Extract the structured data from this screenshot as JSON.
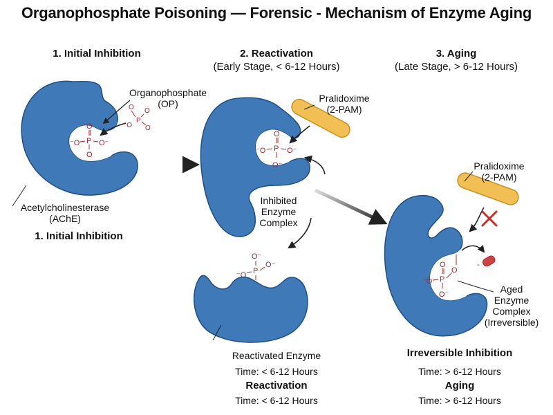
{
  "title": "Organophosphate Poisoning — Forensic - Mechanism of Enzyme Aging",
  "columns": [
    {
      "heading": "1. Initial Inhibition",
      "subheading": ""
    },
    {
      "heading": "2. Reactivation",
      "subheading": "(Early Stage, < 6-12 Hours)"
    },
    {
      "heading": "3. Aging",
      "subheading": "(Late Stage, > 6-12 Hours)"
    }
  ],
  "stage1": {
    "op_label_line1": "Organophosphate",
    "op_label_line2": "(OP)",
    "enzyme_label_line1": "Acetylcholinesterase",
    "enzyme_label_line2": "(AChE)",
    "caption": "1. Initial Inhibition"
  },
  "stage2": {
    "pam_label_line1": "Pralidoxime",
    "pam_label_line2": "(2-PAM)",
    "complex_line1": "Inhibited",
    "complex_line2": "Enzyme",
    "complex_line3": "Complex",
    "reactivated_label": "Reactivated Enzyme",
    "time_line": "Time: < 6-12 Hours",
    "caption": "Reactivation",
    "caption_time": "Time: < 6-12 Hours"
  },
  "stage3": {
    "pam_label_line1": "Pralidoxime",
    "pam_label_line2": "(2-PAM)",
    "aged_line1": "Aged",
    "aged_line2": "Enzyme",
    "aged_line3": "Complex",
    "aged_line4": "(Irreversible)",
    "irreversible_label": "Irreversible Inhibition",
    "time_line": "Time: > 6-12 Hours",
    "caption": "Aging",
    "caption_time": "Time: > 6-12 Hours"
  },
  "phosphate": {
    "atom_o": "O",
    "atom_p": "P",
    "charge": "⁻O"
  },
  "colors": {
    "enzyme": "#3f79b7",
    "enzyme_stroke": "#1f4e82",
    "pam": "#f2bf55",
    "pam_stroke": "#c89020",
    "chem": "#a8242a",
    "block": "#cc2a2a",
    "arrow": "#222222"
  }
}
